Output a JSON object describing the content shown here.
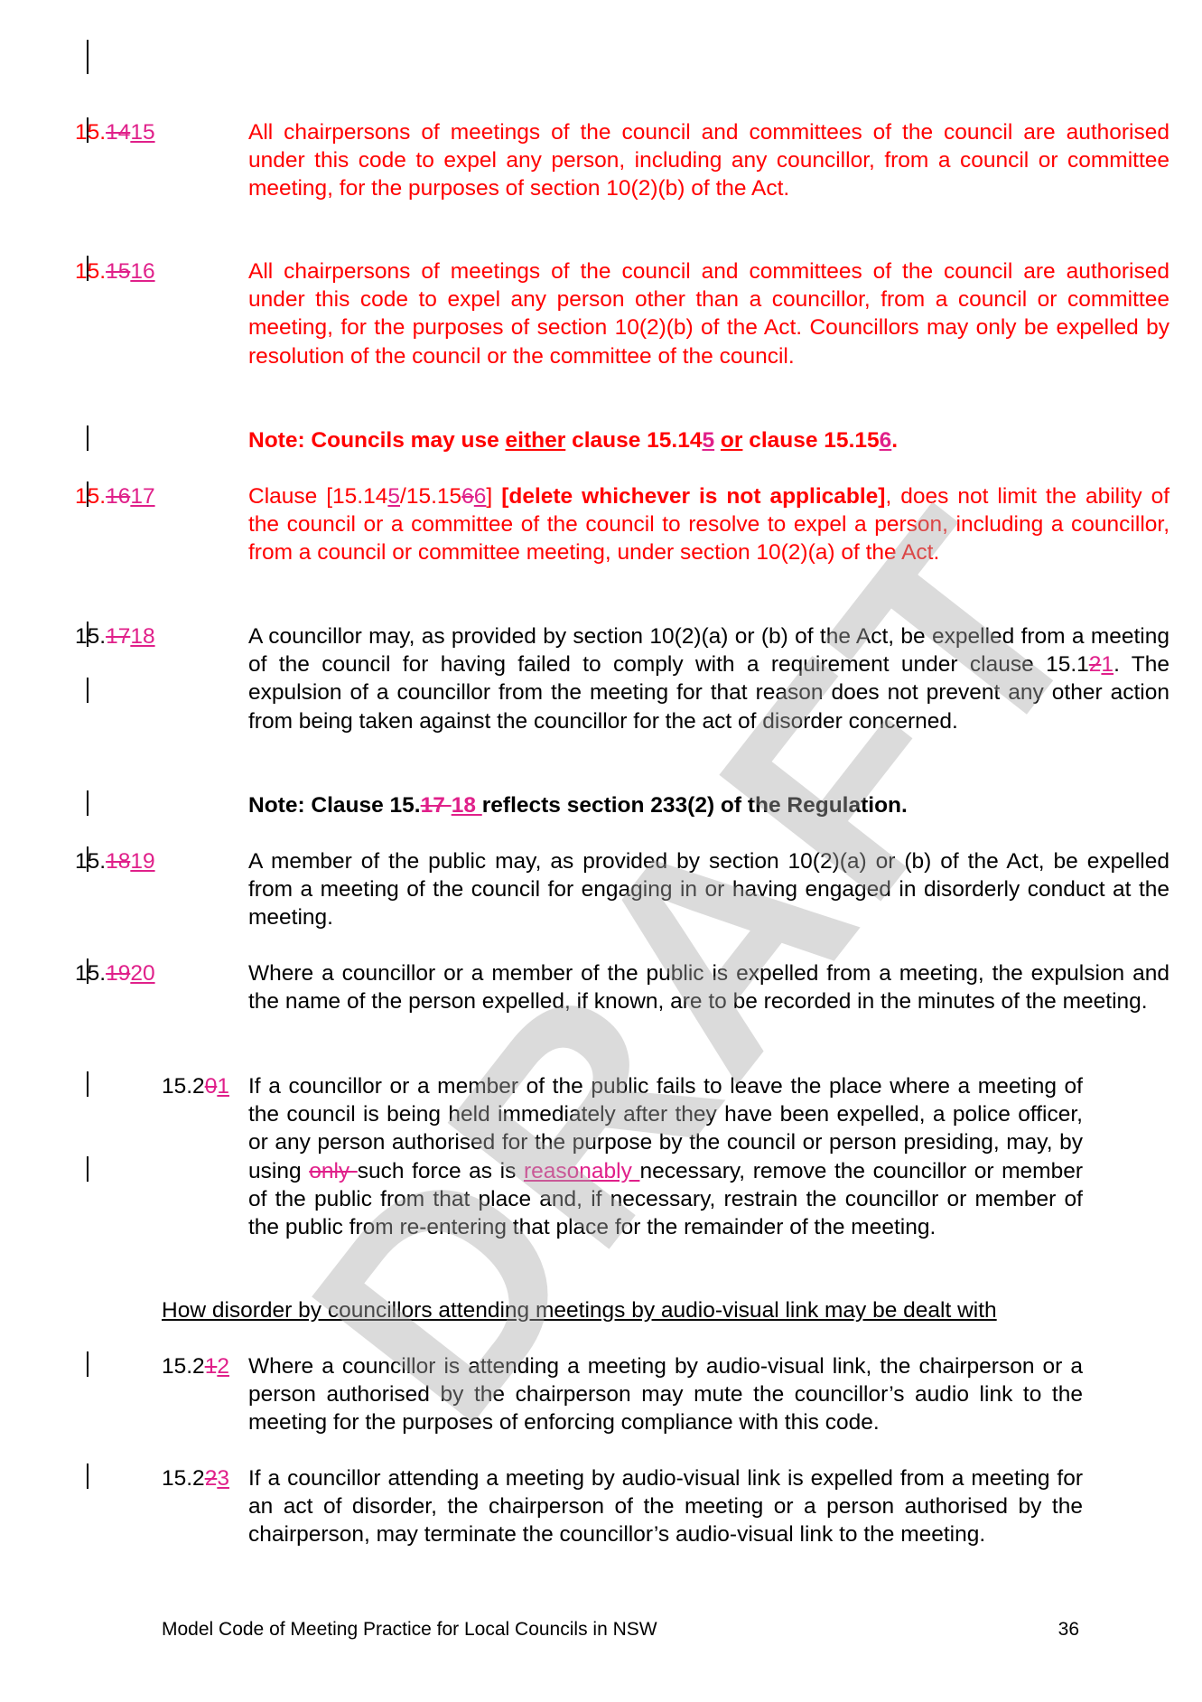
{
  "watermark": "DRAFT",
  "c1415": {
    "prefix": "15.",
    "del": "14",
    "ins": "15",
    "text": "All chairpersons of meetings of the council and committees of the council are authorised under this code to expel any person, including any councillor, from a council or committee meeting, for the purposes of section 10(2)(b) of the Act."
  },
  "c1516": {
    "prefix": "15.",
    "del": "15",
    "ins": "16",
    "text": "All chairpersons of meetings of the council and committees of the council are authorised under this code to expel any person other than a councillor, from a council or committee meeting, for the purposes of section 10(2)(b) of the Act. Councillors may only be expelled by resolution of the council or the committee of the council."
  },
  "note1": {
    "a": "Note: Councils may use ",
    "either": "either",
    "b": " clause 15.14",
    "del1": "",
    "ins1": "5",
    "c": " ",
    "or": "or",
    "d": " clause 15.15",
    "del2": "",
    "ins2": "6",
    "e": "."
  },
  "c1617": {
    "prefix": "15.",
    "del": "16",
    "ins": "17",
    "p1": "Clause [15.14",
    "ins_a": "5",
    "p2": "/15.15",
    "del_b": "6",
    "ins_b": "6",
    "p3": "] ",
    "bold": "[delete whichever is not applicable]",
    "p4": ", does not limit the ability of the council or a committee of the council to resolve to expel a person, including a councillor, from a council or committee meeting, under section 10(2)(a) of the Act."
  },
  "c1718": {
    "prefix": "15.",
    "del": "17",
    "ins": "18",
    "p1": "A councillor may, as provided by section 10(2)(a) or (b) of the Act, be expelled from a meeting of the council for having failed to comply with a requirement under clause 15.1",
    "del_a": "2",
    "ins_a": "1",
    "p2": ". The expulsion of a councillor from the meeting for that reason does not prevent any other action from being taken against the councillor for the act of disorder concerned."
  },
  "note2": {
    "a": "Note: Clause 15.",
    "del": "17 ",
    "ins": "18 ",
    "b": "reflects section 233(2) of the Regulation."
  },
  "c1819": {
    "prefix": "15.",
    "del": "18",
    "ins": "19",
    "text": "A member of the public may, as provided by section 10(2)(a) or (b) of the Act, be expelled from a meeting of the council for engaging in or having engaged in disorderly conduct at the meeting."
  },
  "c1920": {
    "prefix": "15.",
    "del": "19",
    "ins": "20",
    "text": "Where a councillor or a member of the public is expelled from a meeting, the expulsion and the name of the person expelled, if known, are to be recorded in the minutes of the meeting."
  },
  "c2021": {
    "prefix": "15.2",
    "del": "0",
    "ins": "1",
    "p1": "If a councillor or a member of the public fails to leave the place where a meeting of the council is being held immediately after they have been expelled, a police officer, or any person authorised for the purpose by the council or person presiding, may, by using ",
    "del_a": "only ",
    "p2": "such force as is ",
    "ins_a": "reasonably ",
    "p3": "necessary, remove the councillor or member of the public from that place and, if necessary, restrain the councillor or member of the public from re-entering that place for the remainder of the meeting."
  },
  "heading": "How disorder by councillors attending meetings by audio-visual link may be dealt with",
  "c2122": {
    "prefix": "15.2",
    "del": "1",
    "ins": "2",
    "text": "Where a councillor is attending a meeting by audio-visual link, the chairperson or a person authorised by the chairperson may mute the councillor’s audio link to the meeting for the purposes of enforcing compliance with this code."
  },
  "c2223": {
    "prefix": "15.2",
    "del": "2",
    "ins": "3",
    "text": "If a councillor attending a meeting by audio-visual link is expelled from a meeting for an act of disorder, the chairperson of the meeting or a person authorised by the chairperson, may terminate the councillor’s audio-visual link to the meeting."
  },
  "footer": {
    "title": "Model Code of Meeting Practice for Local Councils in NSW",
    "page": "36"
  }
}
